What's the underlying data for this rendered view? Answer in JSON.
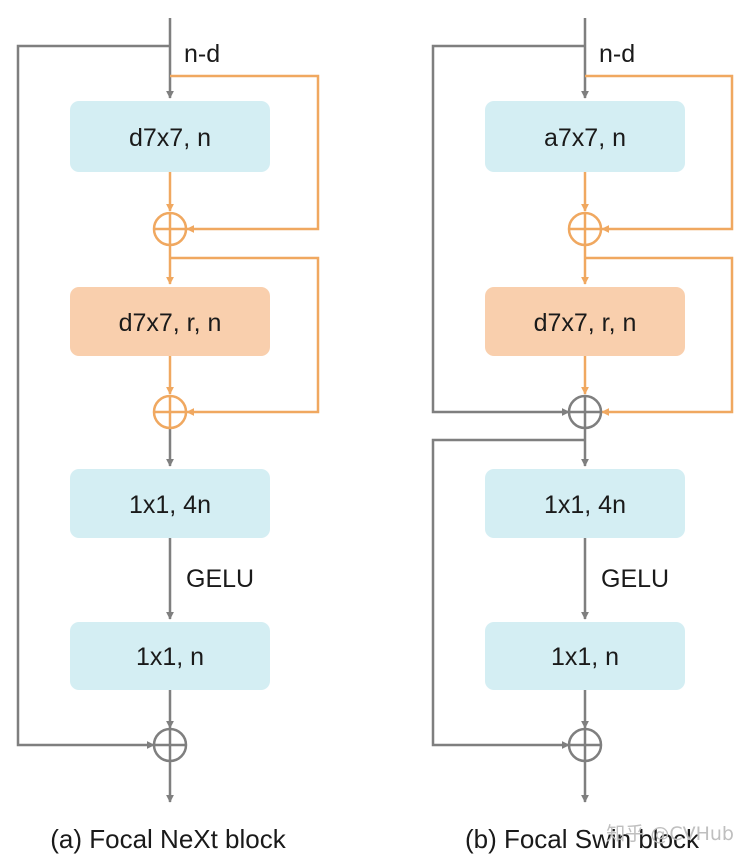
{
  "colors": {
    "blue_box": "#d4eef3",
    "orange_box": "#f9cfad",
    "gray_line": "#7f7f7f",
    "orange_line": "#f0a860"
  },
  "diagram_a": {
    "input_label": "n-d",
    "box1": "d7x7, n",
    "box2": "d7x7, r, n",
    "box3": "1x1, 4n",
    "activation": "GELU",
    "box4": "1x1, n",
    "caption": "(a) Focal NeXt block"
  },
  "diagram_b": {
    "input_label": "n-d",
    "box1": "a7x7, n",
    "box2": "d7x7, r, n",
    "box3": "1x1, 4n",
    "activation": "GELU",
    "box4": "1x1, n",
    "caption": "(b) Focal Swin block"
  },
  "watermark": "知乎 @CVHub"
}
